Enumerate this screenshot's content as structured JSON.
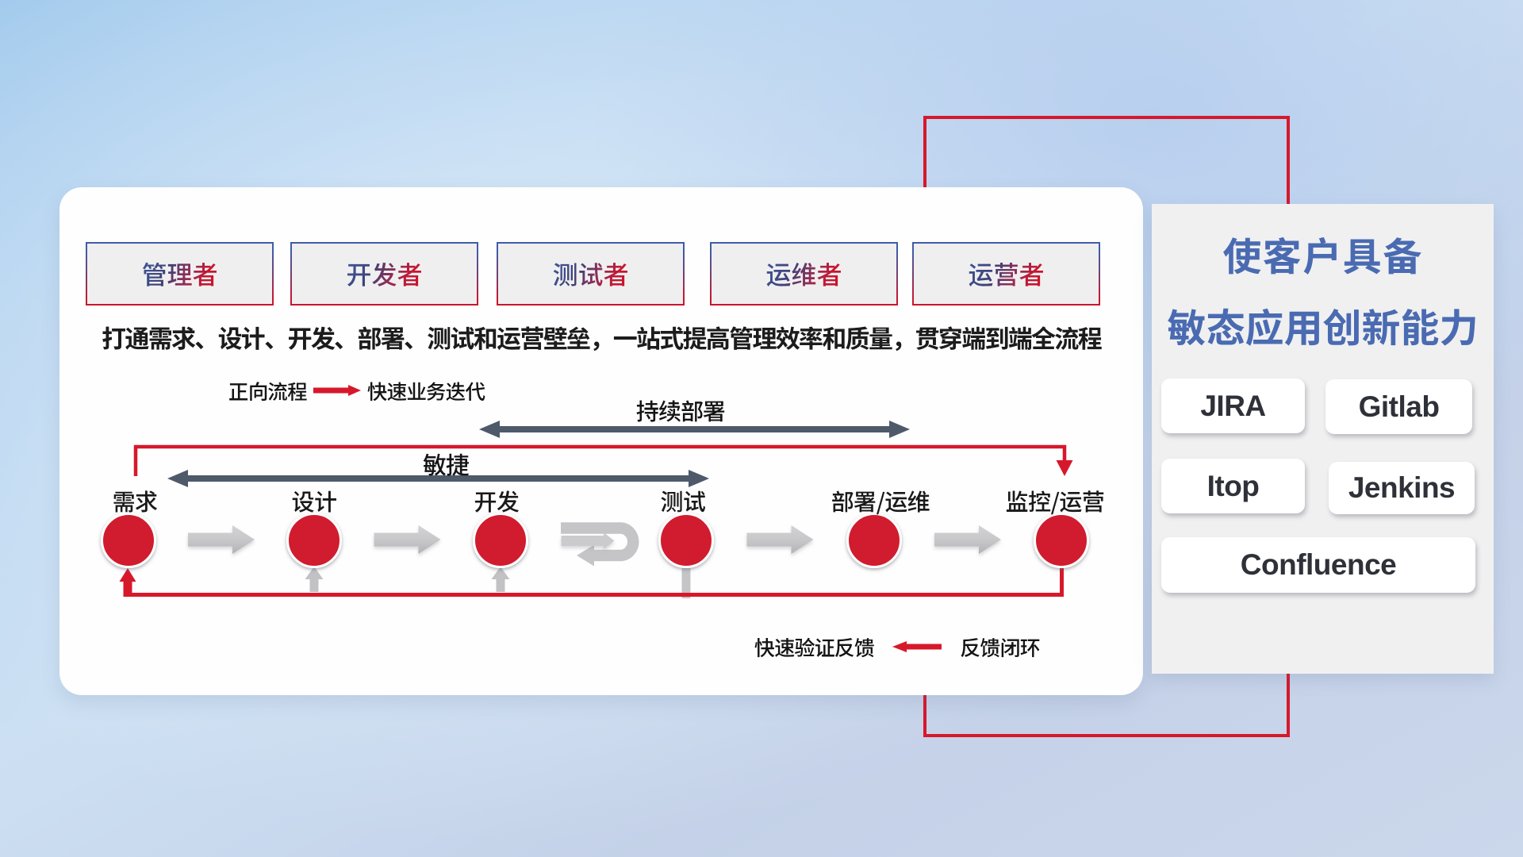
{
  "roles": [
    "管理者",
    "开发者",
    "测试者",
    "运维者",
    "运营者"
  ],
  "subtitle": "打通需求、设计、开发、部署、测试和运营壁垒，一站式提高管理效率和质量，贯穿端到端全流程",
  "legend_forward": {
    "label": "正向流程",
    "description": "快速业务迭代"
  },
  "flow": {
    "continuous_deploy_label": "持续部署",
    "agile_label": "敏捷",
    "stages": [
      "需求",
      "设计",
      "开发",
      "测试",
      "部署/运维",
      "监控/运营"
    ]
  },
  "legend_feedback": {
    "description": "快速验证反馈",
    "label": "反馈闭环"
  },
  "right_panel": {
    "title_line1": "使客户具备",
    "title_line2": "敏态应用创新能力",
    "tools": [
      "JIRA",
      "Gitlab",
      "Itop",
      "Jenkins",
      "Confluence"
    ]
  },
  "colors": {
    "accent_red": "#d7182b",
    "circle_red": "#d01e2f",
    "navy_blue": "#3f5ca8",
    "dark_arrow_gray": "#4e5a6a",
    "light_arrow_gray": "#c5c5c7",
    "title_blue": "#4a6bb2",
    "button_text": "#2e3138"
  }
}
